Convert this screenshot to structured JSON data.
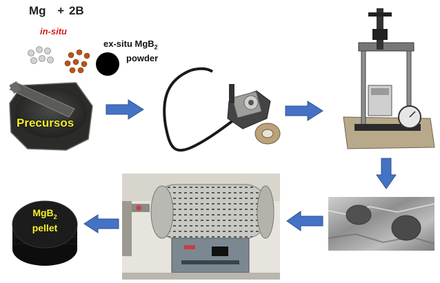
{
  "reaction": {
    "reactant1": "Mg",
    "plus": "+",
    "reactant2": "2B",
    "method_label": "in-situ"
  },
  "exsitu": {
    "line1_prefix": "ex-situ MgB",
    "line1_sub": "2",
    "line2": "powder"
  },
  "mortar": {
    "label": "Precursos"
  },
  "pellet": {
    "line1_prefix": "MgB",
    "line1_sub": "2",
    "line2": "pellet"
  },
  "colors": {
    "arrow": "#4472c4",
    "insitu_text": "#d11f1f",
    "label_yellow": "#f3ef2a",
    "mg_powder": "#c8c8c8",
    "b_powder": "#b5551c",
    "mgb2_powder": "#000000"
  },
  "icons": [
    "mortar-pestle-icon",
    "tube-filler-icon",
    "hydraulic-press-icon",
    "foil-wrapped-pellets-icon",
    "tube-furnace-icon",
    "pellet-icon"
  ]
}
